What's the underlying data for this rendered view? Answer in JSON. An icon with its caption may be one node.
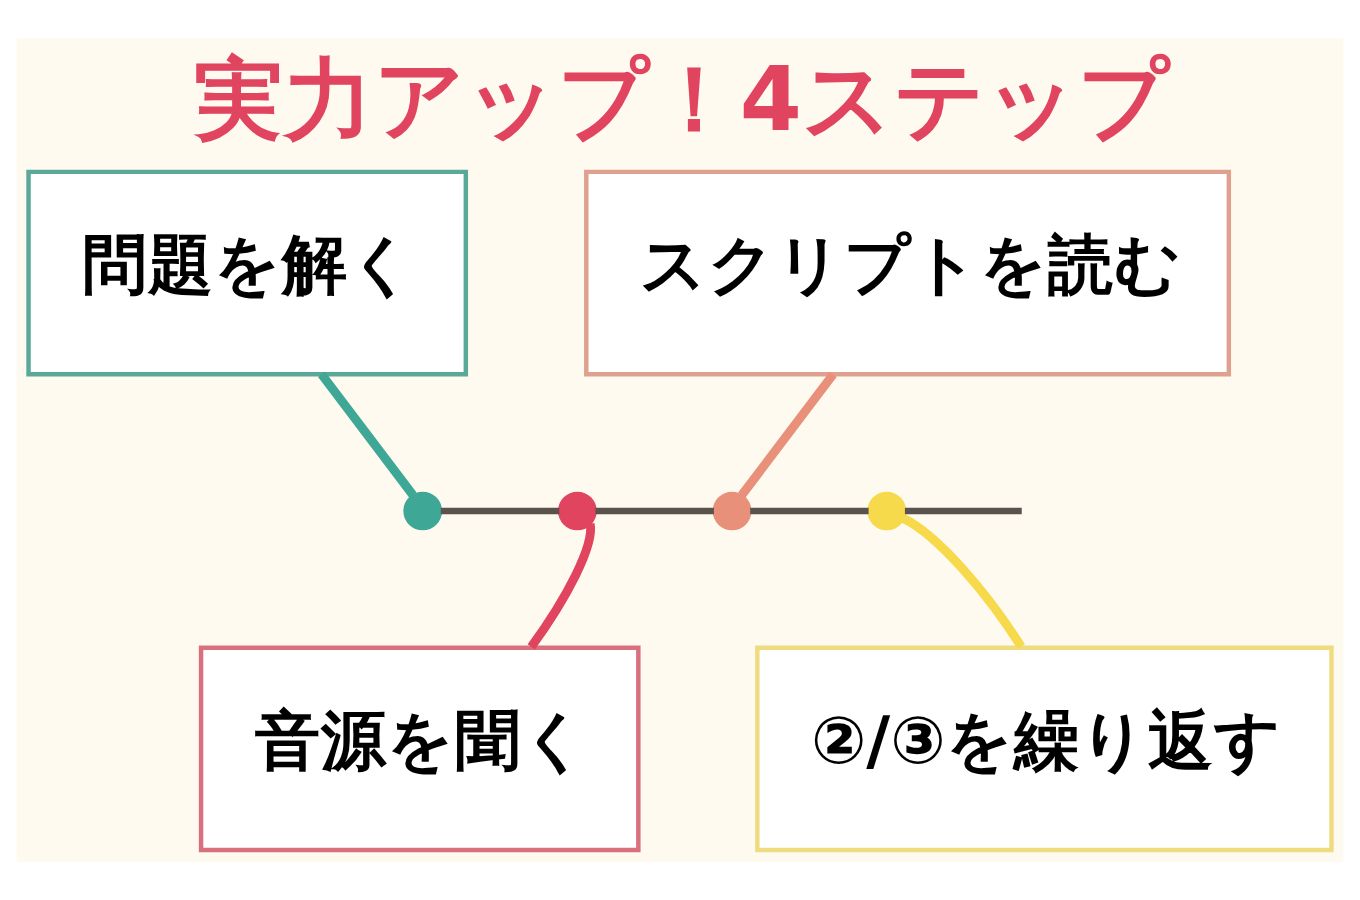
{
  "diagram": {
    "title": "実力アップ！4ステップ",
    "nodes": [
      {
        "text": [
          "問題を解く"
        ]
      },
      {
        "text": [
          "音源を聞く"
        ]
      },
      {
        "text": [
          "スクリプトを読む"
        ]
      },
      {
        "text": [
          "②/③を繰り返す"
        ]
      },
      {
        "text": [],
        "shape": "circle"
      },
      {
        "text": [],
        "shape": "circle"
      },
      {
        "text": [],
        "shape": "circle"
      },
      {
        "text": [],
        "shape": "circle"
      }
    ],
    "edges": [
      {
        "from": 0,
        "to": 4,
        "arrow": "none",
        "color": "#3fa796"
      },
      {
        "from": 4,
        "to": 5,
        "arrow": "none",
        "color": "#5a524c"
      },
      {
        "from": 1,
        "to": 5,
        "arrow": "none",
        "color": "#e0445e"
      },
      {
        "from": 5,
        "to": 6,
        "arrow": "none",
        "color": "#5a524c"
      },
      {
        "from": 2,
        "to": 6,
        "arrow": "none",
        "color": "#e8907a"
      },
      {
        "from": 6,
        "to": 7,
        "arrow": "none",
        "color": "#5a524c"
      },
      {
        "from": 3,
        "to": 7,
        "arrow": "none",
        "color": "#f7d94c"
      },
      {
        "from": 7,
        "to": null,
        "arrow": "none",
        "color": "#5a524c"
      }
    ]
  }
}
